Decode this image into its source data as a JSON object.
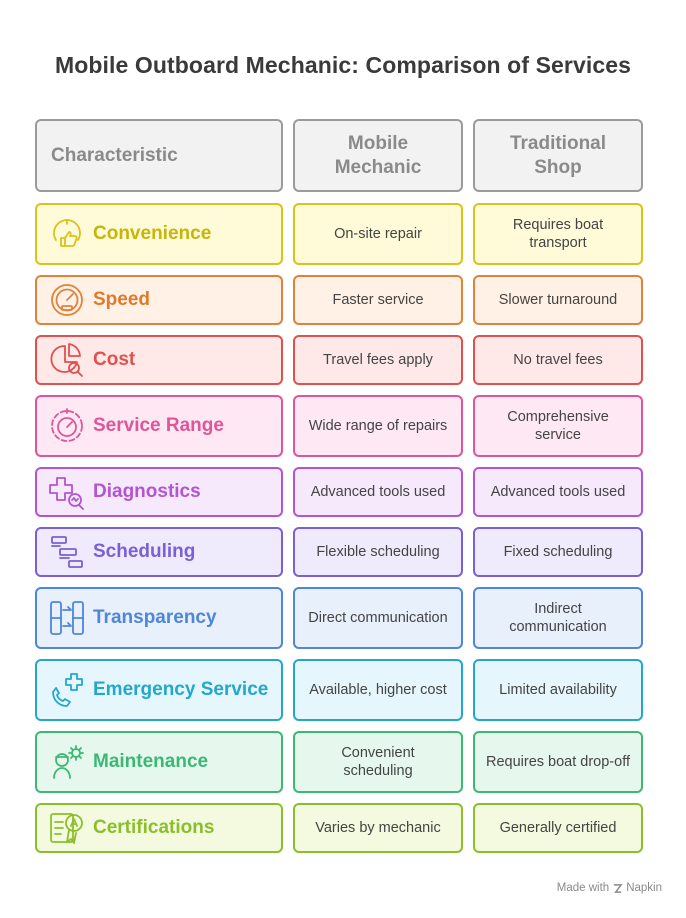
{
  "title": "Mobile Outboard Mechanic: Comparison of Services",
  "headers": [
    "Characteristic",
    "Mobile Mechanic",
    "Traditional Shop"
  ],
  "rows": [
    {
      "label": "Convenience",
      "icon": "thumbs-up-gauge-icon",
      "mobile": "On-site repair",
      "shop": "Requires boat transport",
      "colors": {
        "border": "#d8c31a",
        "fill": "#fffbd9",
        "text": "#c9b40a"
      }
    },
    {
      "label": "Speed",
      "icon": "speedometer-icon",
      "mobile": "Faster service",
      "shop": "Slower turnaround",
      "colors": {
        "border": "#e0823a",
        "fill": "#fff1e6",
        "text": "#e07a2a"
      }
    },
    {
      "label": "Cost",
      "icon": "pie-chart-search-icon",
      "mobile": "Travel fees apply",
      "shop": "No travel fees",
      "colors": {
        "border": "#e0504c",
        "fill": "#ffe9e8",
        "text": "#e0504c"
      }
    },
    {
      "label": "Service Range",
      "icon": "target-gauge-icon",
      "mobile": "Wide range of repairs",
      "shop": "Comprehensive service",
      "colors": {
        "border": "#e0559a",
        "fill": "#fde8f3",
        "text": "#e0559a"
      }
    },
    {
      "label": "Diagnostics",
      "icon": "medical-diagnostics-icon",
      "mobile": "Advanced tools used",
      "shop": "Advanced tools used",
      "colors": {
        "border": "#b454d0",
        "fill": "#f7e9fc",
        "text": "#b454d0"
      }
    },
    {
      "label": "Scheduling",
      "icon": "gantt-schedule-icon",
      "mobile": "Flexible scheduling",
      "shop": "Fixed scheduling",
      "colors": {
        "border": "#7b5fd6",
        "fill": "#efebfc",
        "text": "#7b5fd6"
      }
    },
    {
      "label": "Transparency",
      "icon": "transfer-columns-icon",
      "mobile": "Direct communication",
      "shop": "Indirect communication",
      "colors": {
        "border": "#4f86d8",
        "fill": "#e8f0fc",
        "text": "#4f86d8"
      }
    },
    {
      "label": "Emergency Service",
      "icon": "phone-medical-icon",
      "mobile": "Available, higher cost",
      "shop": "Limited availability",
      "colors": {
        "border": "#23a8cc",
        "fill": "#e5f7fc",
        "text": "#23a8cc"
      }
    },
    {
      "label": "Maintenance",
      "icon": "mechanic-gear-icon",
      "mobile": "Convenient scheduling",
      "shop": "Requires boat drop-off",
      "colors": {
        "border": "#3cb874",
        "fill": "#e6f8ee",
        "text": "#3cb874"
      }
    },
    {
      "label": "Certifications",
      "icon": "certificate-badge-icon",
      "mobile": "Varies by mechanic",
      "shop": "Generally certified",
      "colors": {
        "border": "#8cbe2c",
        "fill": "#f3fadf",
        "text": "#8cbe2c"
      }
    }
  ],
  "footer": {
    "made_with": "Made with",
    "brand": "Napkin"
  }
}
